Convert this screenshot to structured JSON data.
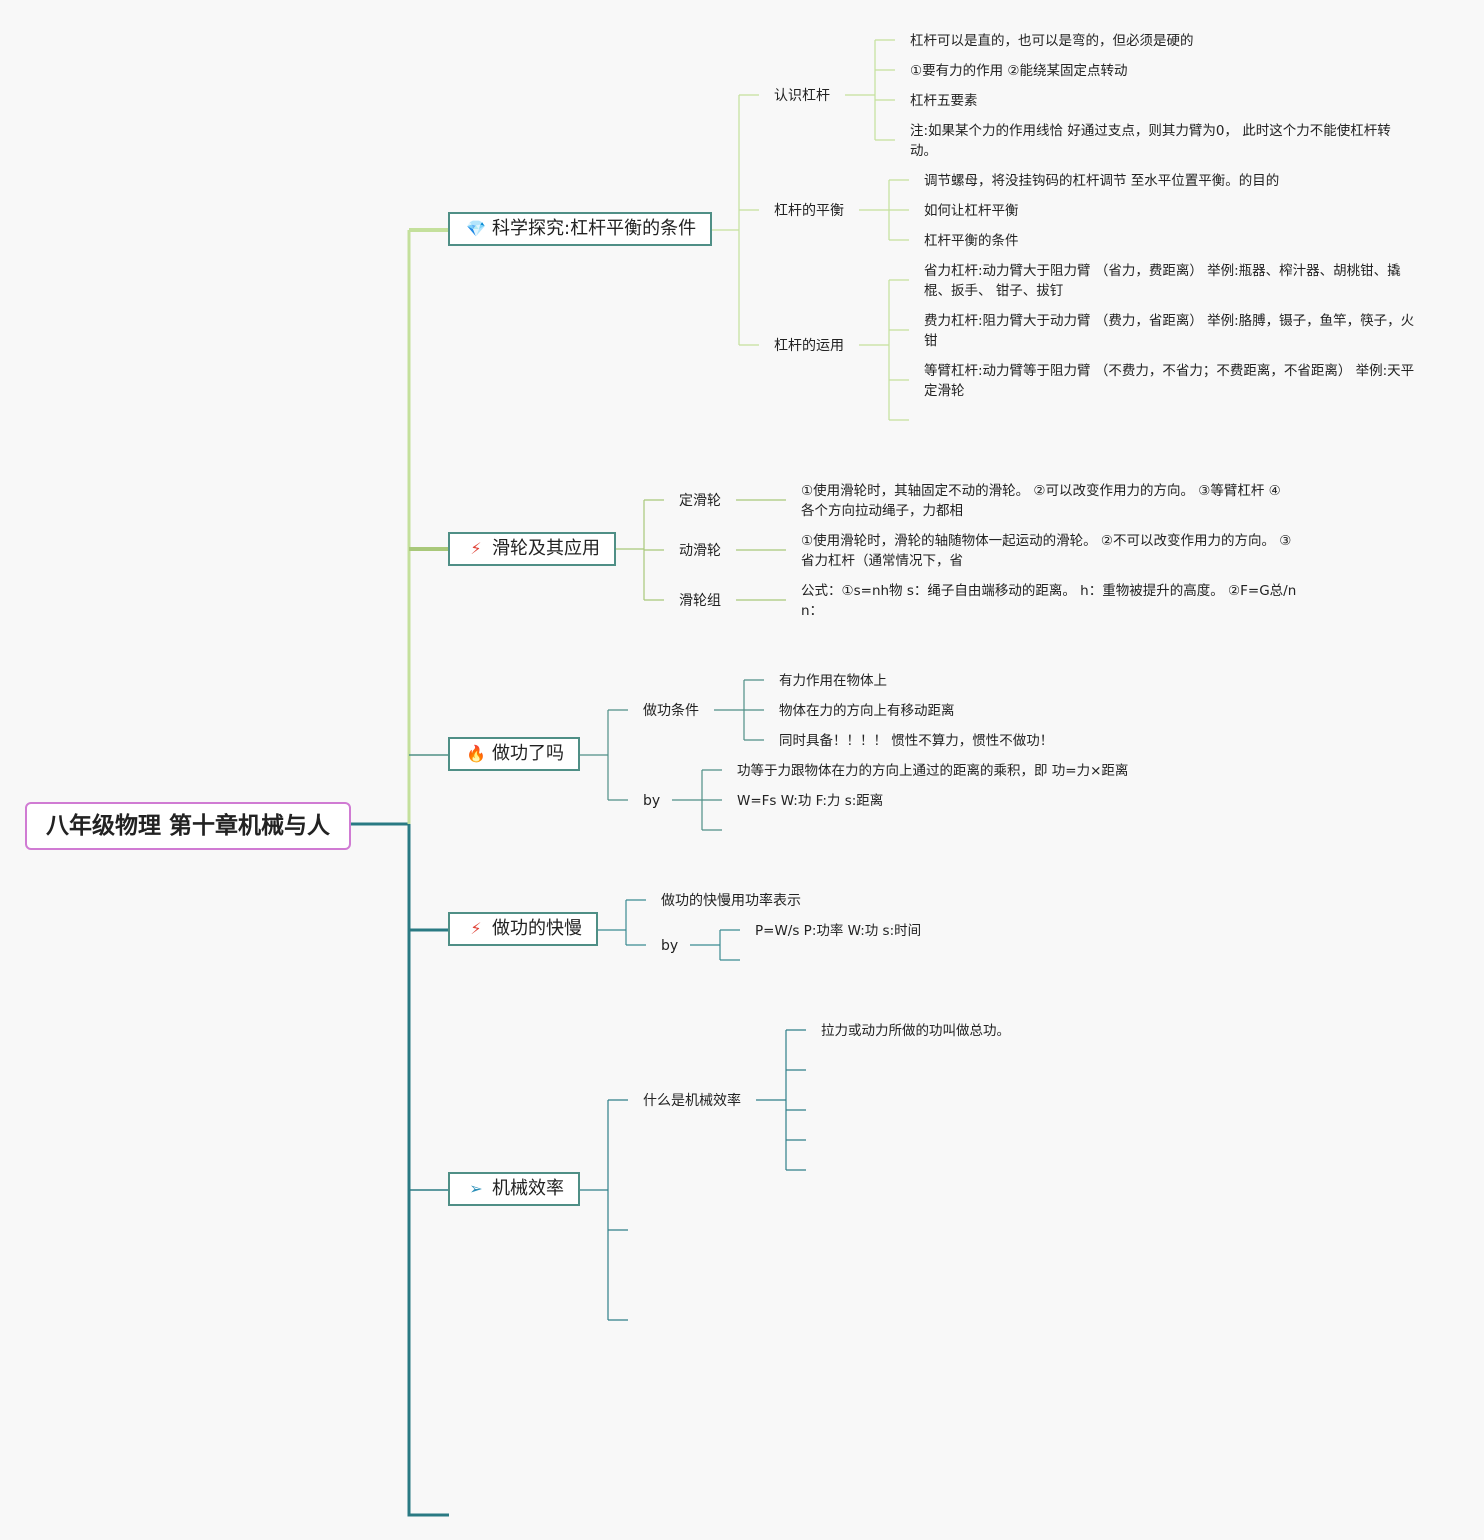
{
  "colors": {
    "lime": "#c4e09c",
    "green": "#a9c87a",
    "teal": "#2a7a83",
    "root_border": "#d07bd3",
    "main_border": "#4f8f86"
  },
  "root": {
    "title": "八年级物理 第十章机械与人"
  },
  "branches": [
    {
      "label": "科学探究:杠杆平衡的条件",
      "icon": "diamond-icon",
      "children": [
        {
          "label": "认识杠杆",
          "items": [
            "杠杆可以是直的，也可以是弯的，但必须是硬的",
            "①要有力的作用 ②能绕某固定点转动",
            "杠杆五要素",
            "注:如果某个力的作用线恰 好通过支点，则其力臂为0， 此时这个力不能使杠杆转动。"
          ]
        },
        {
          "label": "杠杆的平衡",
          "items": [
            "调节螺母，将没挂钩码的杠杆调节 至水平位置平衡。的目的",
            "如何让杠杆平衡",
            "杠杆平衡的条件"
          ]
        },
        {
          "label": "杠杆的运用",
          "items": [
            "省力杠杆:动力臂大于阻力臂 （省力，费距离） 举例:瓶器、榨汁器、胡桃钳、撬棍、扳手、 钳子、拔钉",
            "费力杠杆:阻力臂大于动力臂 （费力，省距离） 举例:胳膊，镊子，鱼竿，筷子，火钳",
            "等臂杠杆:动力臂等于阻力臂 （不费力，不省力；不费距离，不省距离） 举例:天平 定滑轮"
          ]
        }
      ]
    },
    {
      "label": "滑轮及其应用",
      "icon": "sparkle-icon",
      "children": [
        {
          "label": "定滑轮",
          "items": [
            "①使用滑轮时，其轴固定不动的滑轮。 ②可以改变作用力的方向。 ③等臂杠杆 ④各个方向拉动绳子，力都相"
          ]
        },
        {
          "label": "动滑轮",
          "items": [
            "①使用滑轮时，滑轮的轴随物体一起运动的滑轮。 ②不可以改变作用力的方向。 ③省力杠杆（通常情况下，省"
          ]
        },
        {
          "label": "滑轮组",
          "items": [
            "公式：①s=nh物 s：绳子自由端移动的距离。 h：重物被提升的高度。 ②F=G总/n n："
          ]
        }
      ]
    },
    {
      "label": "做功了吗",
      "icon": "fire-icon",
      "children": [
        {
          "label": "做功条件",
          "items": [
            "有力作用在物体上",
            "物体在力的方向上有移动距离",
            "同时具备！！！！ 惯性不算力，惯性不做功！"
          ]
        },
        {
          "label": "by",
          "items": [
            "功等于力跟物体在力的方向上通过的距离的乘积，即 功=力×距离",
            "W=Fs W:功 F:力 s:距离"
          ]
        }
      ]
    },
    {
      "label": "做功的快慢",
      "icon": "sparkle-icon",
      "children": [
        {
          "label": "做功的快慢用功率表示",
          "items": []
        },
        {
          "label": "by",
          "items": [
            "P=W/s P:功率 W:功 s:时间"
          ]
        }
      ]
    },
    {
      "label": "机械效率",
      "icon": "send-icon",
      "children": [
        {
          "label": "什么是机械效率",
          "items": [
            "拉力或动力所做的功叫做总功。"
          ]
        }
      ]
    }
  ]
}
